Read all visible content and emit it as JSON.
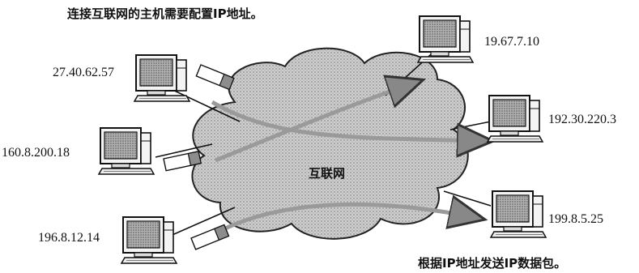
{
  "caption_top": "连接互联网的主机需要配置IP地址。",
  "caption_bottom": "根据IP地址发送IP数据包。",
  "network_label": "互联网",
  "hosts_left": [
    {
      "ip": "27.40.62.57"
    },
    {
      "ip": "160.8.200.18"
    },
    {
      "ip": "196.8.12.14"
    }
  ],
  "hosts_right": [
    {
      "ip": "19.67.7.10"
    },
    {
      "ip": "192.30.220.3"
    },
    {
      "ip": "199.8.5.25"
    }
  ],
  "icons": [
    "computer-icon",
    "cloud-icon",
    "packet-icon",
    "arrow-icon"
  ],
  "colors": {
    "ink": "#111111",
    "cloud_fill": "#cfcfcf",
    "screen": "#9a9a9a"
  }
}
